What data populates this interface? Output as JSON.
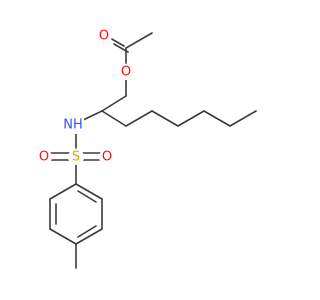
{
  "molecule": {
    "atoms": {
      "O_carbonyl": {
        "label": "O",
        "color": "#ff0d0d"
      },
      "O_ester": {
        "label": "O",
        "color": "#ff0d0d"
      },
      "N_amine": {
        "label": "NH",
        "color": "#3050f8"
      },
      "S_sulfonyl": {
        "label": "S",
        "color": "#c8b400"
      },
      "O_sulfonyl_left": {
        "label": "O",
        "color": "#ff0d0d"
      },
      "O_sulfonyl_right": {
        "label": "O",
        "color": "#ff0d0d"
      }
    },
    "bond_color": "#3a3a3a",
    "background": "#ffffff"
  }
}
